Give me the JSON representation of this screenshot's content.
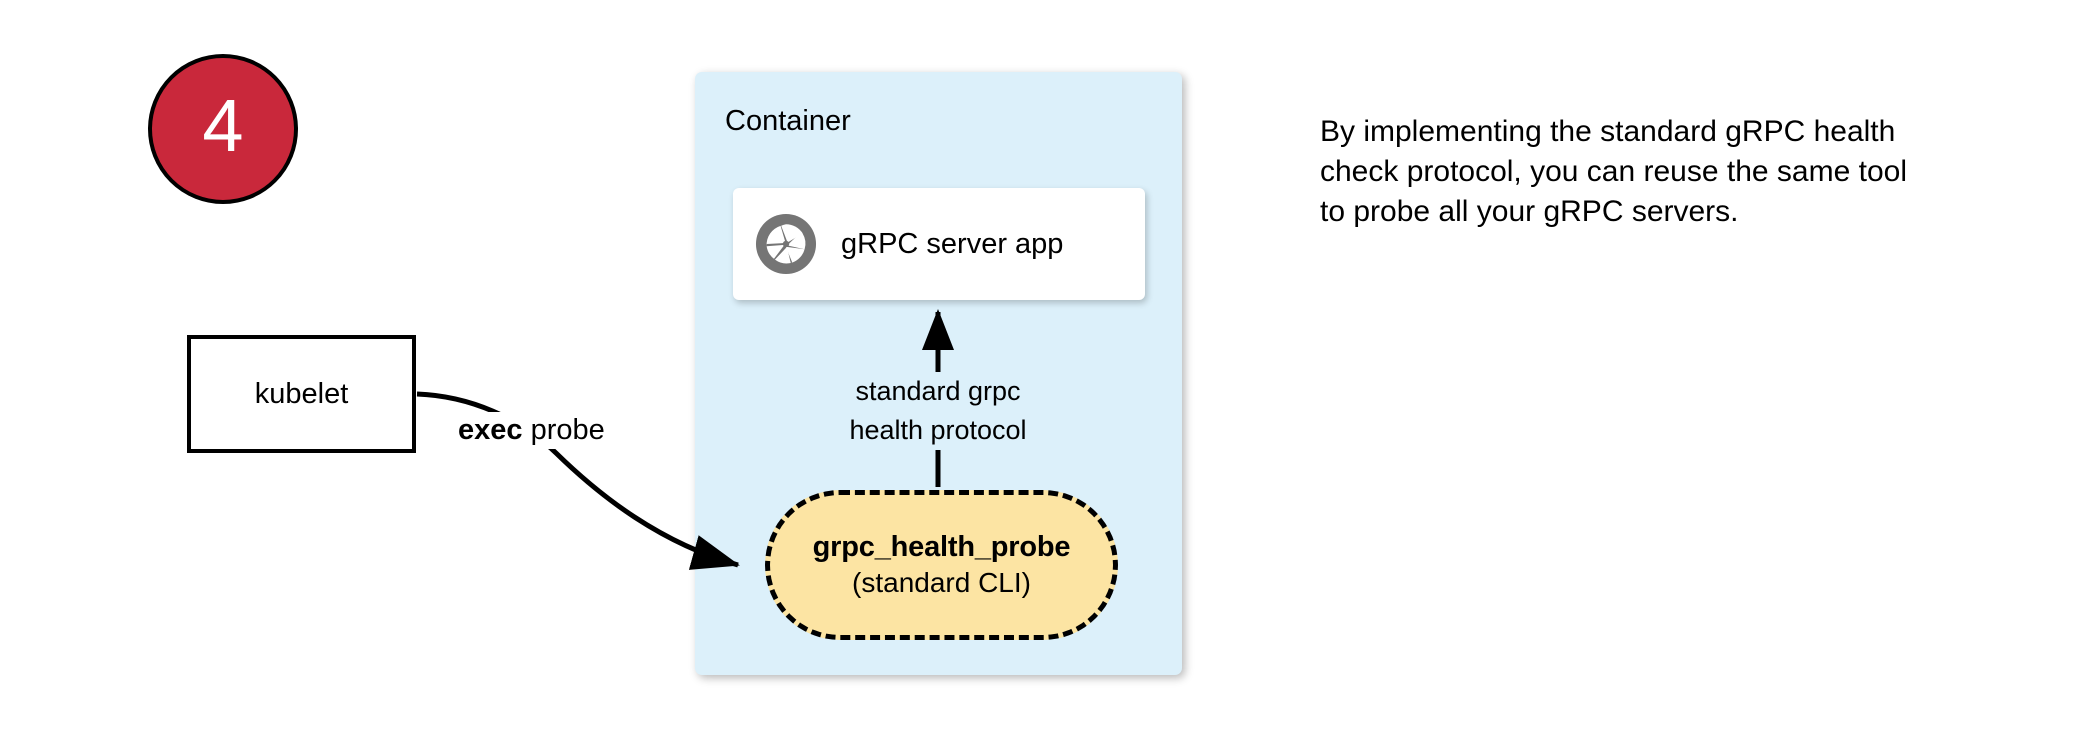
{
  "diagram": {
    "step_badge": {
      "number": "4",
      "fill": "#C9283B",
      "text_color": "#FFFFFF"
    },
    "kubelet": {
      "label": "kubelet"
    },
    "exec_probe": {
      "bold_text": "exec",
      "rest_text": " probe"
    },
    "container": {
      "title": "Container",
      "fill": "#DCF0FA"
    },
    "server_card": {
      "label": "gRPC server app",
      "icon": "grpc-aperture-icon",
      "icon_color": "#757575",
      "fill": "#FFFFFF"
    },
    "protocol_arrow": {
      "line1": "standard grpc",
      "line2": "health protocol"
    },
    "probe": {
      "title": "grpc_health_probe",
      "subtitle": "(standard CLI)",
      "fill": "#FCE4A3",
      "border_style": "dashed"
    },
    "caption": {
      "text": "By implementing the standard gRPC health check protocol, you can reuse the same tool to probe all your gRPC servers."
    }
  }
}
